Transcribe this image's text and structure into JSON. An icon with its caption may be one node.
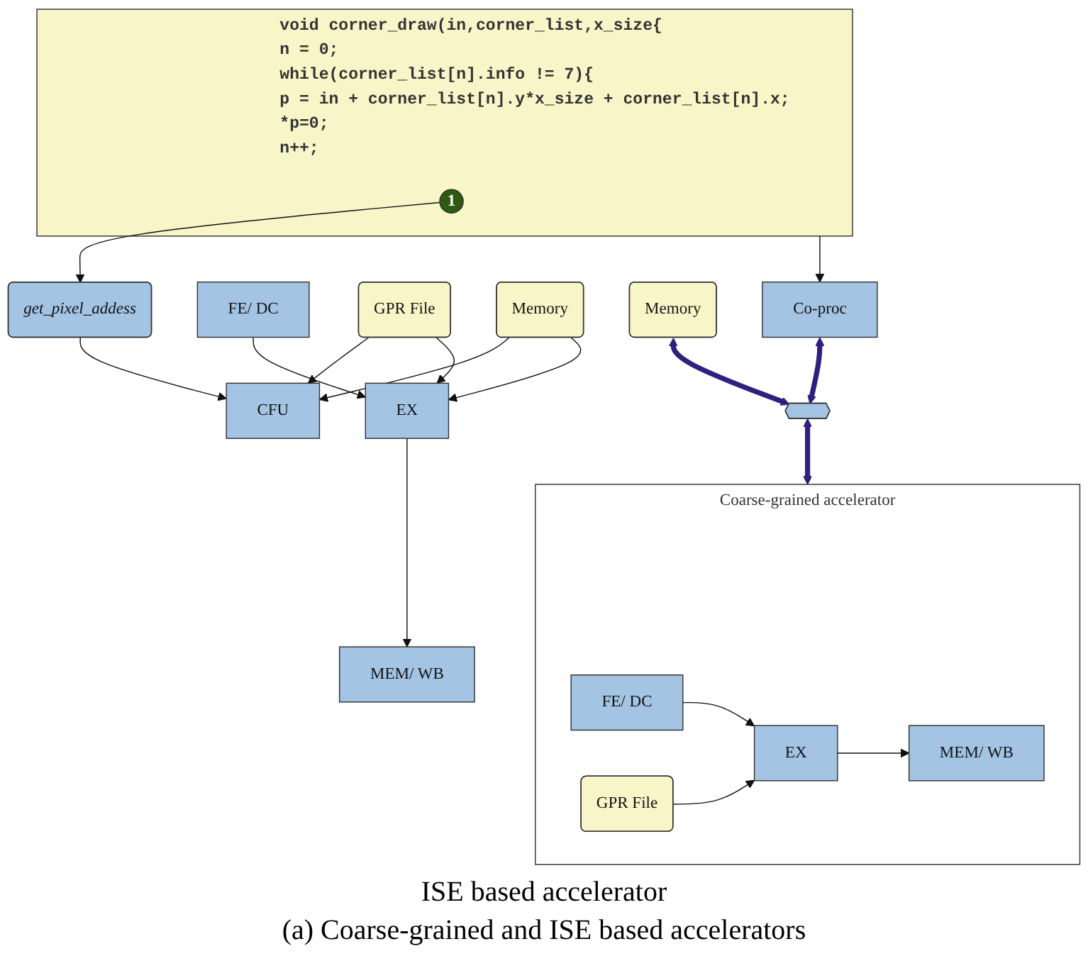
{
  "diagram": {
    "caption": "(a) Coarse-grained and ISE based accelerators",
    "nodes": [
      {
        "text": [
          "void corner_draw(in,corner_list,x_size{",
          "n = 0;",
          "while(corner_list[n].info != 7){",
          "p = in + corner_list[n].y*x_size + corner_list[n].x;",
          "*p=0;",
          "n++;"
        ]
      },
      {
        "text": [
          "1"
        ],
        "in": 0
      },
      {
        "text": [
          "get_pixel_addess"
        ]
      },
      {
        "text": [
          "CFU"
        ]
      },
      {
        "text": [
          "FE/ DC"
        ]
      },
      {
        "text": [
          "EX"
        ]
      },
      {
        "text": [
          "MEM/ WB"
        ]
      },
      {
        "text": [
          "GPR File"
        ]
      },
      {
        "text": [
          "Memory"
        ]
      },
      {
        "text": [
          "Memory"
        ]
      },
      {
        "text": [
          "Co-proc"
        ]
      },
      {
        "text": [],
        "shape": "bar"
      },
      {
        "text": [
          "Coarse-grained accelerator"
        ]
      },
      {
        "text": [
          "FE/ DC"
        ],
        "in": 12
      },
      {
        "text": [
          "EX"
        ],
        "in": 12
      },
      {
        "text": [
          "MEM/ WB"
        ],
        "in": 12
      },
      {
        "text": [
          "GPR File"
        ],
        "in": 12
      }
    ],
    "edges": [
      {
        "from": 1,
        "to": 2,
        "arrow": "to"
      },
      {
        "from": 2,
        "to": 3,
        "arrow": "to"
      },
      {
        "from": 0,
        "to": 10,
        "arrow": "to"
      },
      {
        "from": 4,
        "to": 5,
        "arrow": "to"
      },
      {
        "from": 7,
        "to": 3,
        "arrow": "to"
      },
      {
        "from": 7,
        "to": 5,
        "arrow": "to"
      },
      {
        "from": 8,
        "to": 3,
        "arrow": "to"
      },
      {
        "from": 8,
        "to": 5,
        "arrow": "to"
      },
      {
        "from": 5,
        "to": 6,
        "arrow": "to"
      },
      {
        "from": 9,
        "to": 11,
        "arrow": "both",
        "style": "thick",
        "color": "#2e2080"
      },
      {
        "from": 10,
        "to": 11,
        "arrow": "both",
        "style": "thick",
        "color": "#2e2080"
      },
      {
        "from": 11,
        "to": 12,
        "arrow": "both",
        "style": "thick",
        "color": "#2e2080"
      },
      {
        "from": 13,
        "to": 14,
        "arrow": "to"
      },
      {
        "from": 16,
        "to": 14,
        "arrow": "to"
      },
      {
        "from": 14,
        "to": 15,
        "arrow": "to"
      }
    ],
    "labels": [
      "ISE based accelerator"
    ]
  }
}
